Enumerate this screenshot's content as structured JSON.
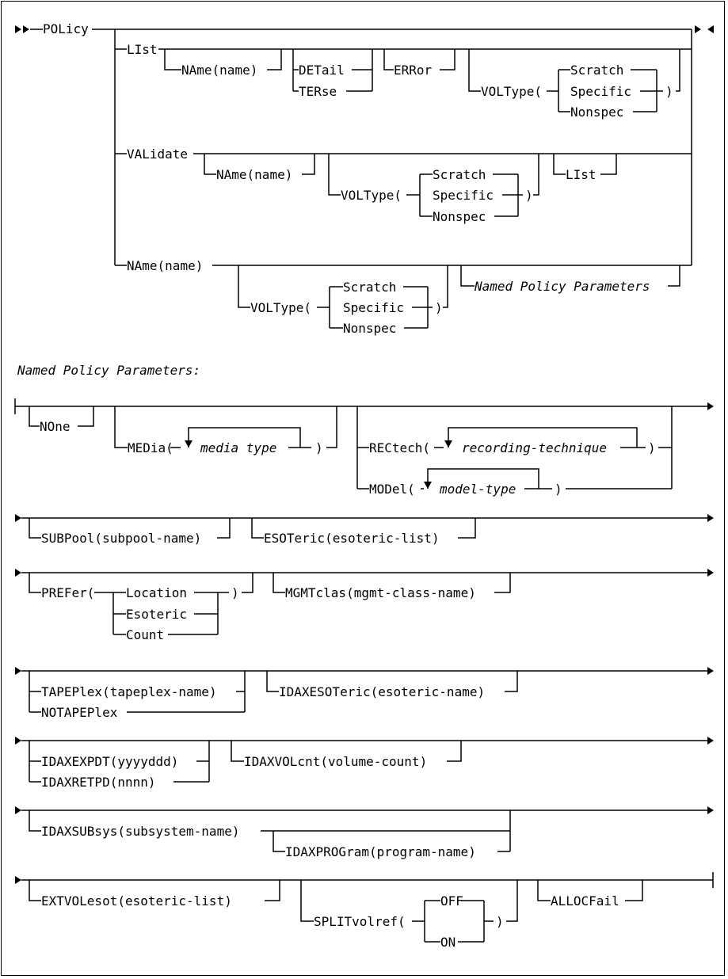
{
  "main": {
    "keyword": "POLicy",
    "list": {
      "keyword": "LIst",
      "name_kw": "NAme(",
      "name_var": "name",
      "close": ")",
      "detail": "DETail",
      "terse": "TERse",
      "error": "ERRor",
      "voltype_kw": "VOLType(",
      "scratch": "Scratch",
      "specific": "Specific",
      "nonspec": "Nonspec"
    },
    "validate": {
      "keyword": "VALidate",
      "name_kw": "NAme(",
      "name_var": "name",
      "close": ")",
      "voltype_kw": "VOLType(",
      "scratch": "Scratch",
      "specific": "Specific",
      "nonspec": "Nonspec",
      "list": "LIst"
    },
    "name_branch": {
      "name_kw": "NAme(",
      "name_var": "name",
      "close": ")",
      "voltype_kw": "VOLType(",
      "scratch": "Scratch",
      "specific": "Specific",
      "nonspec": "Nonspec",
      "fragment_ref": "Named Policy Parameters"
    }
  },
  "fragment": {
    "title": "Named Policy Parameters:",
    "row1": {
      "none": "NOne",
      "media_kw": "MEDia(",
      "media_var": "media type",
      "rectech_kw": "RECtech(",
      "rectech_var": "recording-technique",
      "model_kw": "MODel(",
      "model_var": "model-type",
      "close": ")"
    },
    "row2": {
      "subpool_kw": "SUBPool(",
      "subpool_var": "subpool-name",
      "esoteric_kw": "ESOTeric(",
      "esoteric_var": "esoteric-list",
      "close": ")"
    },
    "row3": {
      "prefer_kw": "PREFer(",
      "location": "Location",
      "esoteric": "Esoteric",
      "count": "Count",
      "mgmt_kw": "MGMTclas(",
      "mgmt_var": "mgmt-class-name",
      "close": ")"
    },
    "row4": {
      "tapeplex_kw": "TAPEPlex(",
      "tapeplex_var": "tapeplex-name",
      "notapeplex": "NOTAPEPlex",
      "idaxeso_kw": "IDAXESOTeric(",
      "idaxeso_var": "esoteric-name",
      "close": ")"
    },
    "row5": {
      "expdt_kw": "IDAXEXPDT(",
      "expdt_var": "yyyyddd",
      "retpd_kw": "IDAXRETPD(",
      "retpd_var": "nnnn",
      "volcnt_kw": "IDAXVOLcnt(",
      "volcnt_var": "volume-count",
      "close": ")"
    },
    "row6": {
      "subsys_kw": "IDAXSUBsys(",
      "subsys_var": "subsystem-name",
      "program_kw": "IDAXPROGram(",
      "program_var": "program-name",
      "close": ")"
    },
    "row7": {
      "extvol_kw": "EXTVOLesot(",
      "extvol_var": "esoteric-list",
      "split_kw": "SPLITvolref(",
      "off": "OFF",
      "on": "ON",
      "allocfail": "ALLOCFail",
      "close": ")"
    }
  }
}
